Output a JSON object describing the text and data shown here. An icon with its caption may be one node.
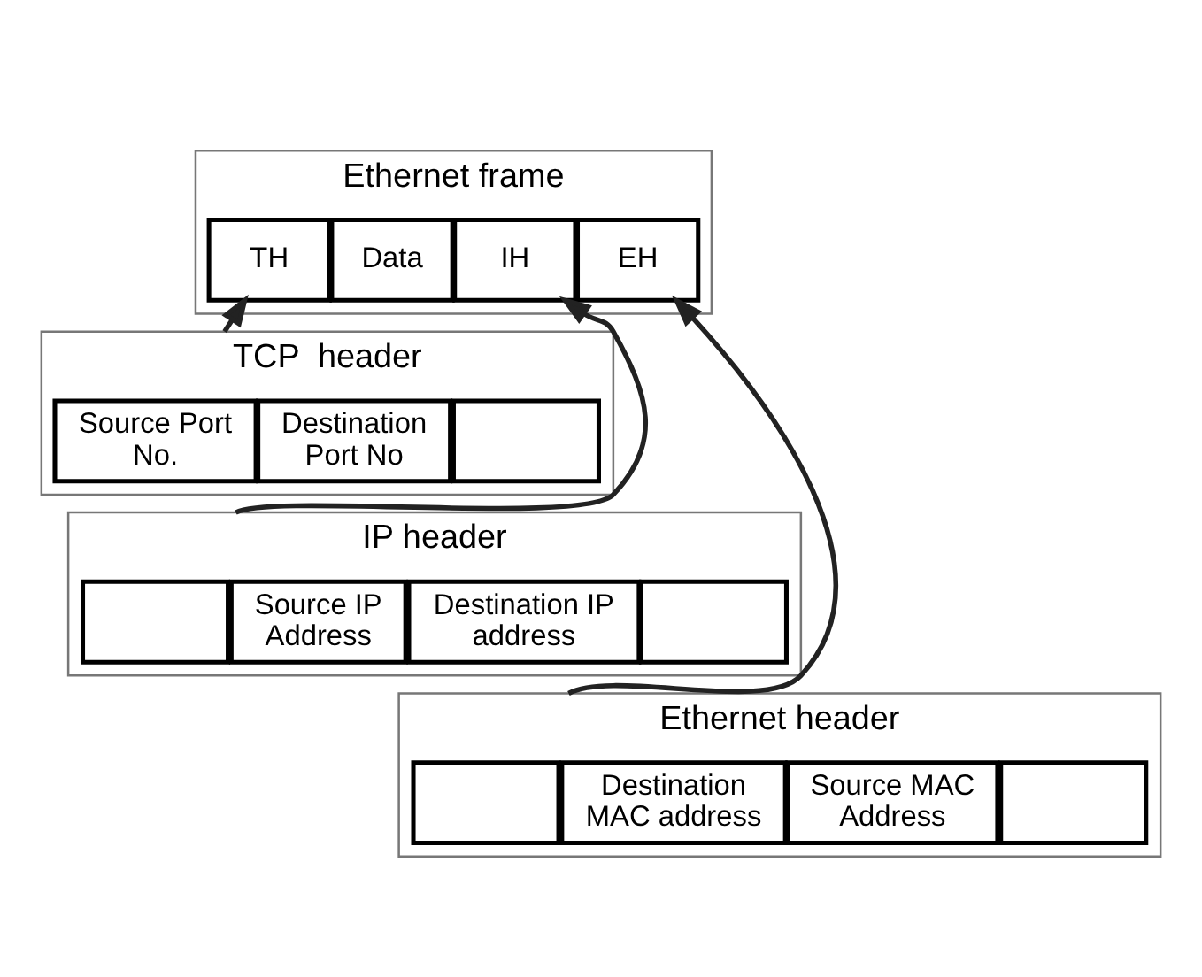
{
  "diagram": {
    "nodes": [
      {
        "text": [
          "Ethernet frame"
        ]
      },
      {
        "text": [
          "EH"
        ],
        "in": 0
      },
      {
        "text": [
          "IH"
        ],
        "in": 0
      },
      {
        "text": [
          "TH"
        ],
        "in": 0
      },
      {
        "text": [
          "Data"
        ],
        "in": 0
      },
      {
        "text": [
          "TCP  header"
        ]
      },
      {
        "text": [
          "Source Port No."
        ],
        "in": 5
      },
      {
        "text": [
          "Destination Port No"
        ],
        "in": 5
      },
      {
        "text": [],
        "shape": "box",
        "in": 5
      },
      {
        "text": [
          "IP header"
        ]
      },
      {
        "text": [],
        "shape": "box",
        "in": 9
      },
      {
        "text": [
          "Source IP Address"
        ],
        "in": 9
      },
      {
        "text": [
          "Destination IP address"
        ],
        "in": 9
      },
      {
        "text": [],
        "shape": "box",
        "in": 9
      },
      {
        "text": [
          "Ethernet header"
        ]
      },
      {
        "text": [],
        "shape": "box",
        "in": 14
      },
      {
        "text": [
          "Destination MAC address"
        ],
        "in": 14
      },
      {
        "text": [
          "Source MAC Address"
        ],
        "in": 14
      },
      {
        "text": [],
        "shape": "box",
        "in": 14
      }
    ],
    "edges": [
      {
        "from": 5,
        "to": 3,
        "arrow": "to"
      },
      {
        "from": 9,
        "to": 2,
        "arrow": "to"
      },
      {
        "from": 14,
        "to": 1,
        "arrow": "to"
      }
    ]
  }
}
